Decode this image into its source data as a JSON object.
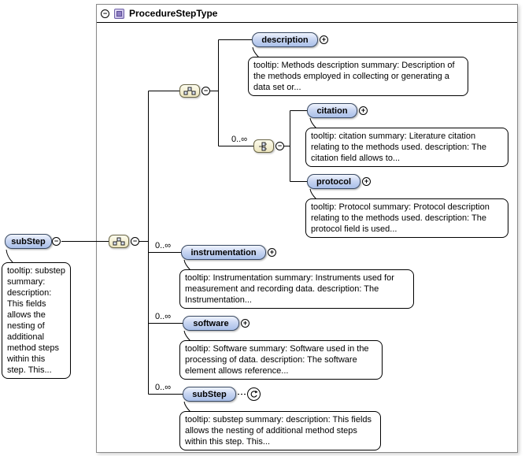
{
  "frame": {
    "title": "ProcedureStepType"
  },
  "glyphs": {
    "minus": "−",
    "plus": "+"
  },
  "root": {
    "label": "subStep",
    "tooltip": "tooltip: substep summary: description: This fields allows the nesting of additional method steps within this step. This..."
  },
  "children": {
    "description": {
      "label": "description",
      "tooltip": "tooltip: Methods description summary: Description of the methods employed in collecting or generating a data set or..."
    },
    "choice_group": {
      "occurrence": "0..∞"
    },
    "citation": {
      "label": "citation",
      "tooltip": "tooltip: citation summary: Literature citation relating to the methods used. description: The citation field allows to..."
    },
    "protocol": {
      "label": "protocol",
      "tooltip": "tooltip: Protocol summary: Protocol description relating to the methods used. description: The protocol field is used..."
    },
    "instrumentation": {
      "label": "instrumentation",
      "occurrence": "0..∞",
      "tooltip": "tooltip: Instrumentation summary: Instruments used for measurement and recording data. description: The Instrumentation..."
    },
    "software": {
      "label": "software",
      "occurrence": "0..∞",
      "tooltip": "tooltip: Software summary: Software used in the processing of data. description: The software element allows reference..."
    },
    "substep": {
      "label": "subStep",
      "occurrence": "0..∞",
      "tooltip": "tooltip: substep summary: description: This fields allows the nesting of additional method steps within this step. This..."
    }
  }
}
